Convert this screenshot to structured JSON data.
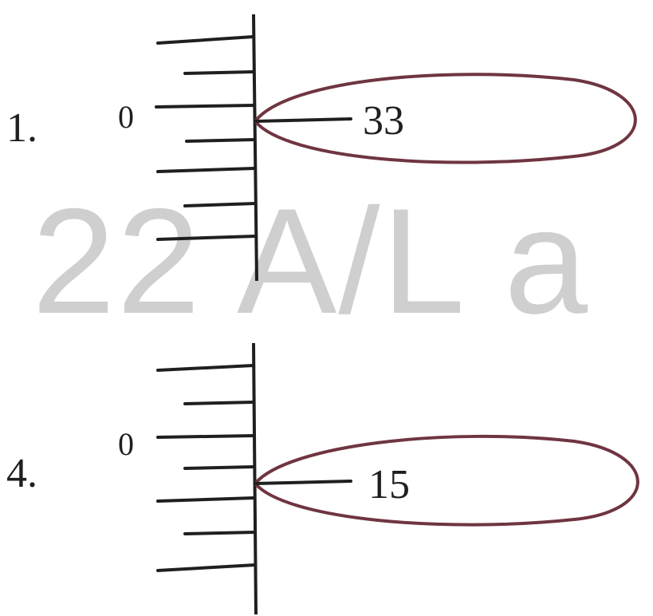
{
  "watermark": {
    "text": "22 A/L a",
    "color": "#cfcfcf"
  },
  "colors": {
    "ink": "#1f1f1f",
    "ellipse": "#6f3540"
  },
  "options": [
    {
      "number": "1.",
      "zero_label": "0",
      "pointer_label": "33"
    },
    {
      "number": "4.",
      "zero_label": "0",
      "pointer_label": "15"
    }
  ]
}
